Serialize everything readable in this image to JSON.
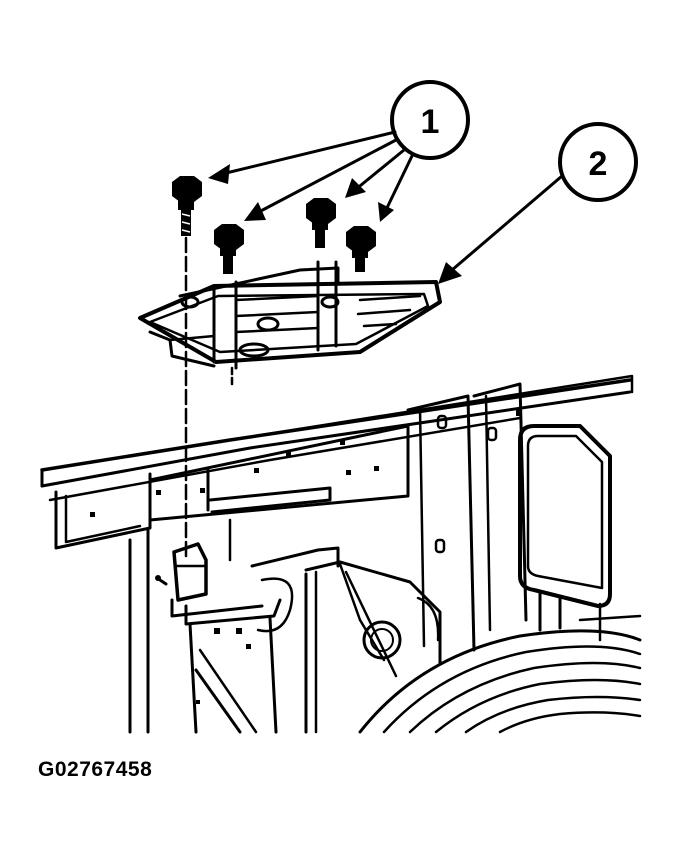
{
  "figure_id": "G02767458",
  "callouts": [
    {
      "number": "1",
      "refers_to": "bolts"
    },
    {
      "number": "2",
      "refers_to": "bracket"
    }
  ]
}
